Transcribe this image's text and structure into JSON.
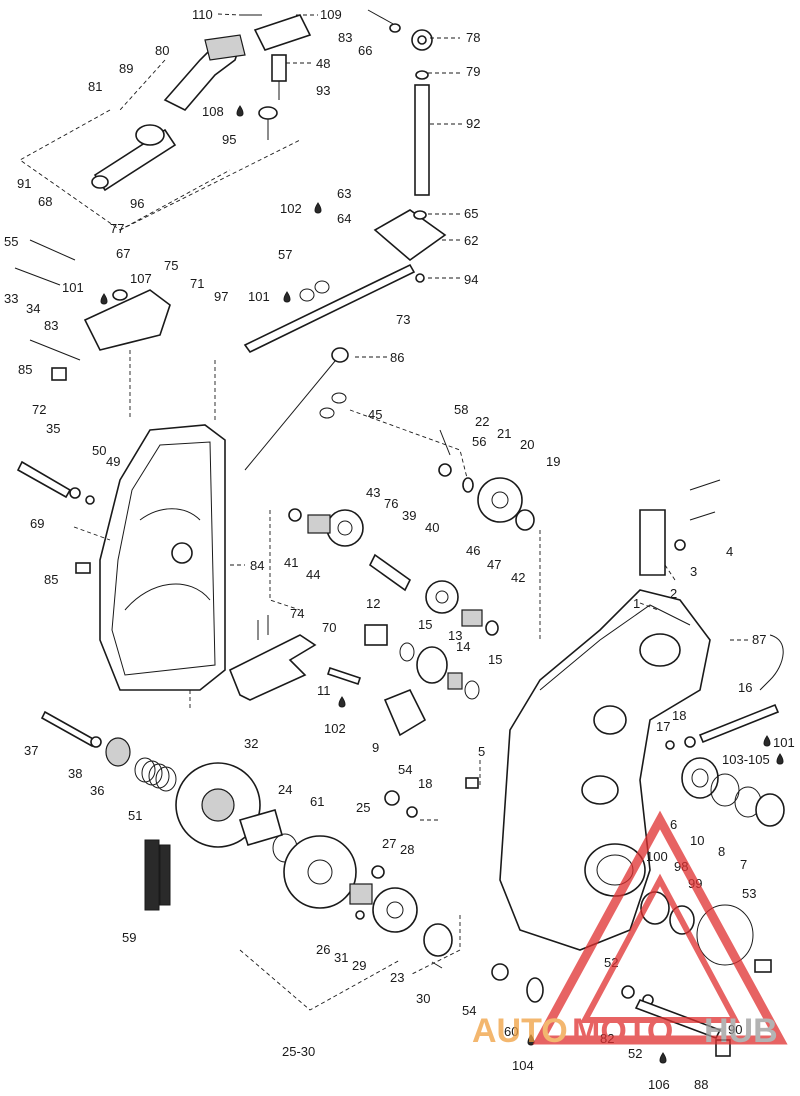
{
  "labels": {
    "l110": "110",
    "l109": "109",
    "l83a": "83",
    "l66": "66",
    "l78": "78",
    "l80": "80",
    "l89": "89",
    "l48": "48",
    "l79": "79",
    "l81": "81",
    "l93": "93",
    "l108": "108",
    "l95": "95",
    "l92": "92",
    "l91": "91",
    "l96": "96",
    "l63": "63",
    "l102a": "102",
    "l65": "65",
    "l64": "64",
    "l68": "68",
    "l77": "77",
    "l62": "62",
    "l55": "55",
    "l67": "67",
    "l57": "57",
    "l75": "75",
    "l107": "107",
    "l94": "94",
    "l71": "71",
    "l101a": "101",
    "l33": "33",
    "l101b": "101",
    "l97": "97",
    "l34": "34",
    "l73": "73",
    "l83b": "83",
    "l85a": "85",
    "l86": "86",
    "l72": "72",
    "l45": "45",
    "l58": "58",
    "l22": "22",
    "l35": "35",
    "l56": "56",
    "l21": "21",
    "l20": "20",
    "l50": "50",
    "l49": "49",
    "l19": "19",
    "l43": "43",
    "l76": "76",
    "l39": "39",
    "l69": "69",
    "l40": "40",
    "l46": "46",
    "l41": "41",
    "l44": "44",
    "l84": "84",
    "l47": "47",
    "l85b": "85",
    "l42": "42",
    "l12": "12",
    "l13": "13",
    "l15a": "15",
    "l74": "74",
    "l70": "70",
    "l14": "14",
    "l15b": "15",
    "l11": "11",
    "l102b": "102",
    "l9": "9",
    "l1": "1",
    "l2": "2",
    "l3": "3",
    "l4": "4",
    "l87": "87",
    "l16": "16",
    "l17": "17",
    "l18a": "18",
    "l101c": "101",
    "l103105": "103-105",
    "l37": "37",
    "l38": "38",
    "l36": "36",
    "l32": "32",
    "l24": "24",
    "l61": "61",
    "l54a": "54",
    "l18b": "18",
    "l5": "5",
    "l25": "25",
    "l51": "51",
    "l6": "6",
    "l10": "10",
    "l8": "8",
    "l7": "7",
    "l27": "27",
    "l28": "28",
    "l100": "100",
    "l98": "98",
    "l99": "99",
    "l53": "53",
    "l59": "59",
    "l26": "26",
    "l31": "31",
    "l29": "29",
    "l23": "23",
    "l52a": "52",
    "l30": "30",
    "l54b": "54",
    "l60": "60",
    "l82": "82",
    "l90": "90",
    "l104": "104",
    "l52b": "52",
    "l2530": "25-30",
    "l106": "106",
    "l88": "88"
  },
  "watermark": {
    "part1": "AUTO",
    "part2": "MOTO",
    "part3": "HUB",
    "color_red": "#e03030",
    "color_orange": "#f0a040",
    "color_gray": "#9a9a9a"
  }
}
